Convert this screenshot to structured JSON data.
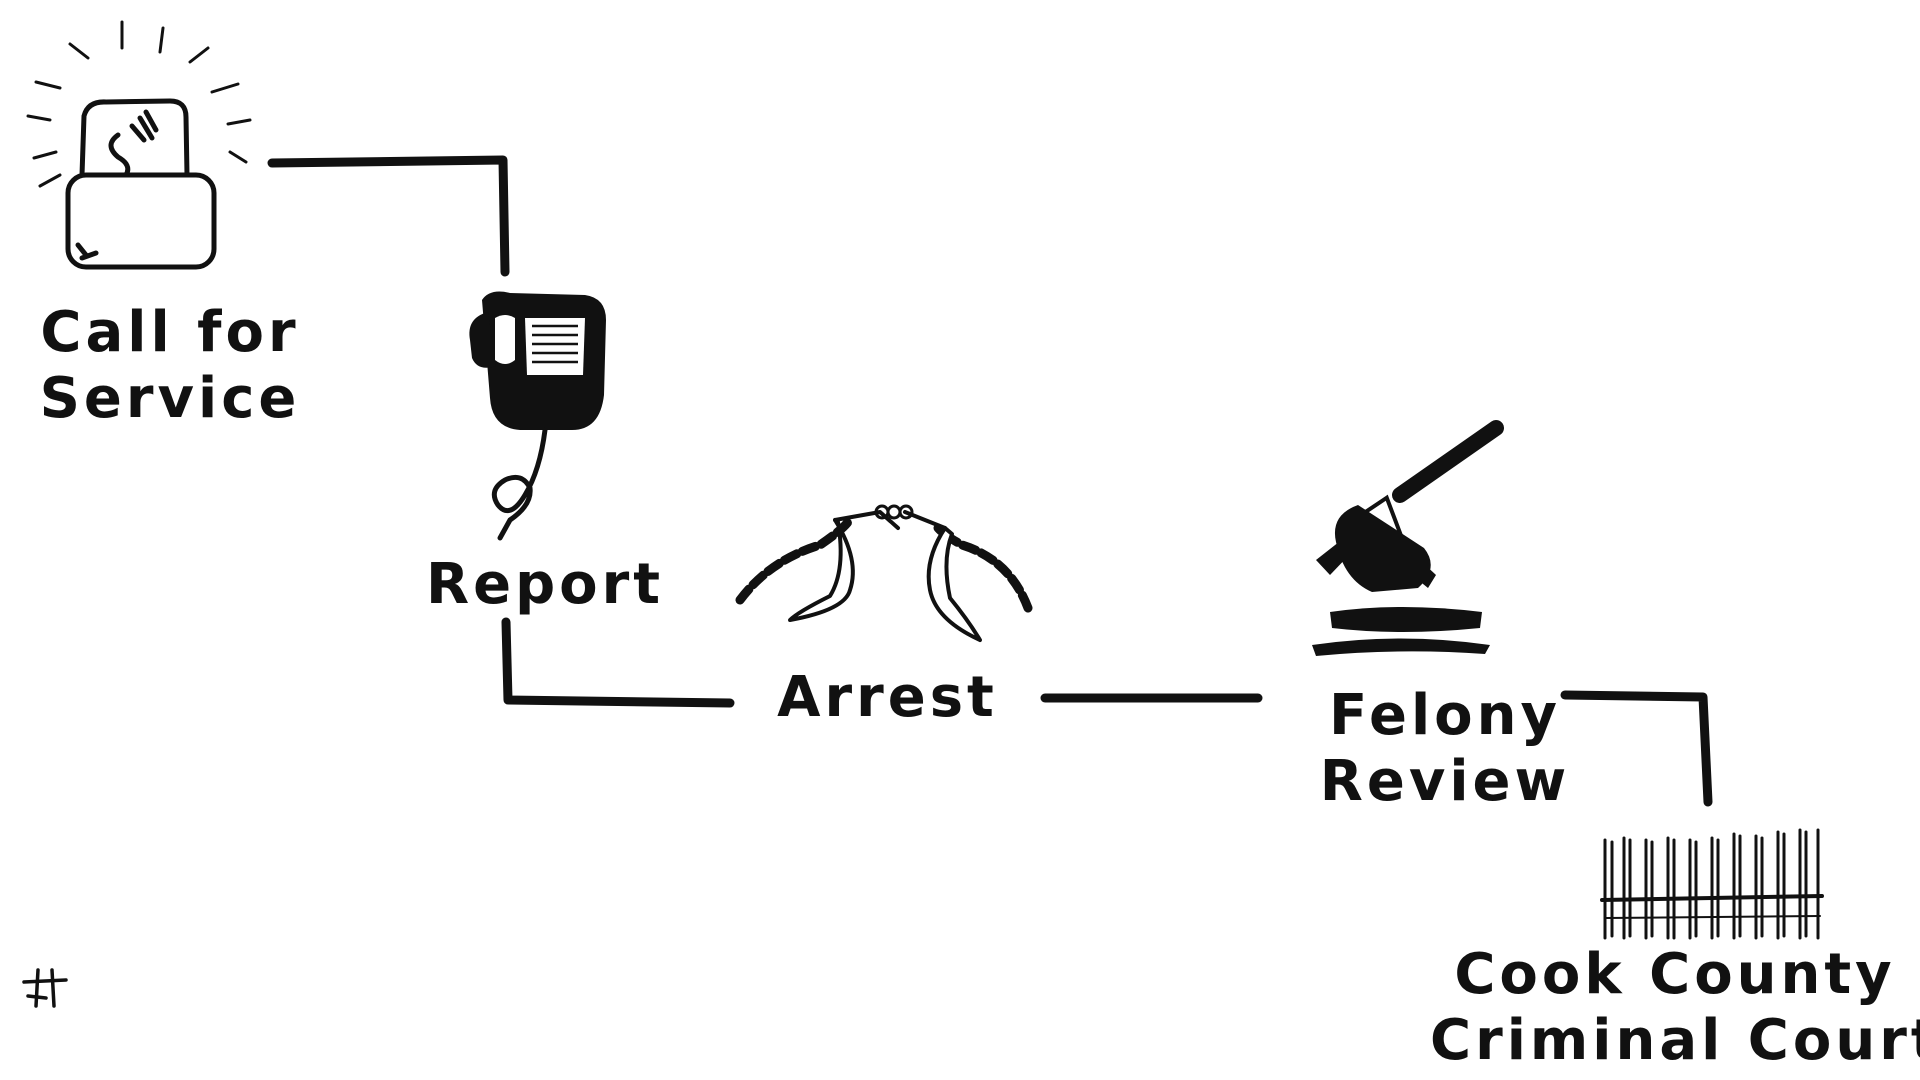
{
  "colors": {
    "ink": "#111111",
    "background": "#ffffff"
  },
  "steps": [
    {
      "id": "call",
      "icon": "siren-light-icon",
      "label_lines": [
        "Call for",
        "Service"
      ]
    },
    {
      "id": "report",
      "icon": "police-radio-icon",
      "label_lines": [
        "Report"
      ]
    },
    {
      "id": "arrest",
      "icon": "handcuffs-icon",
      "label_lines": [
        "Arrest"
      ]
    },
    {
      "id": "review",
      "icon": "gavel-icon",
      "label_lines": [
        "Felony",
        "Review"
      ]
    },
    {
      "id": "court",
      "icon": "jail-bars-icon",
      "label_lines": [
        "Cook County",
        "Criminal Court"
      ]
    }
  ],
  "signature_icon": "artist-signature-icon"
}
